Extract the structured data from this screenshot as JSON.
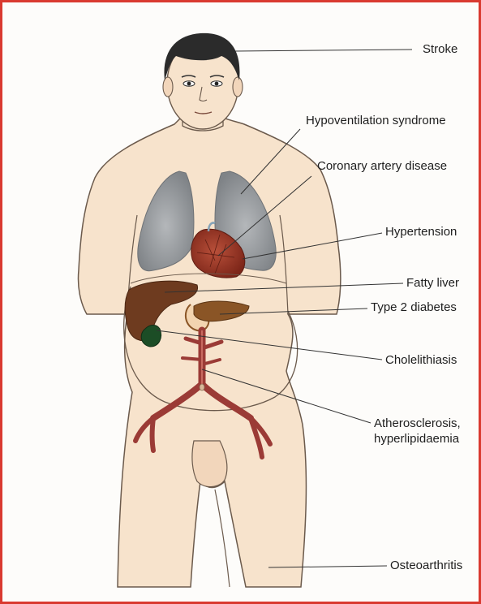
{
  "labels": {
    "stroke": "Stroke",
    "hypoventilation": "Hypoventilation syndrome",
    "coronary": "Coronary artery disease",
    "hypertension": "Hypertension",
    "fatty_liver": "Fatty liver",
    "type2_diabetes": "Type 2 diabetes",
    "cholelithiasis": "Cholelithiasis",
    "atherosclerosis_line1": "Atherosclerosis,",
    "atherosclerosis_line2": "hyperlipidaemia",
    "osteoarthritis": "Osteoarthritis"
  },
  "colors": {
    "frame": "#d93a30",
    "skin": "#f7e3cc",
    "outline": "#6b5a4c",
    "hair": "#2b2b2b",
    "lungs": "#8e9296",
    "heart": "#9a3225",
    "liver": "#6e3b1f",
    "pancreas": "#8a5526",
    "gallbladder": "#1c4d26",
    "arteries": "#9b3b36",
    "leader": "#333333"
  }
}
